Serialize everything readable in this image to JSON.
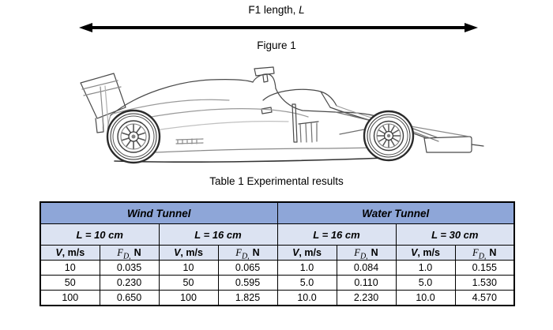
{
  "figure": {
    "dimension_label_prefix": "F1 length, ",
    "dimension_label_symbol": "L",
    "caption": "Figure 1"
  },
  "car": {
    "description": "Side-view line drawing of a Formula 1 race car"
  },
  "table": {
    "caption": "Table 1 Experimental results",
    "groups": [
      {
        "label": "Wind Tunnel"
      },
      {
        "label": "Water Tunnel"
      }
    ],
    "subheaders": [
      "L = 10 cm",
      "L = 16 cm",
      "L = 16 cm",
      "L = 30 cm"
    ],
    "col_v": {
      "sym": "V",
      "rest": ", m/s"
    },
    "col_f": {
      "sym": "F",
      "sub": "D,",
      "unit": "N"
    },
    "rows": [
      [
        "10",
        "0.035",
        "10",
        "0.065",
        "1.0",
        "0.084",
        "1.0",
        "0.155"
      ],
      [
        "50",
        "0.230",
        "50",
        "0.595",
        "5.0",
        "0.110",
        "5.0",
        "1.530"
      ],
      [
        "100",
        "0.650",
        "100",
        "1.825",
        "10.0",
        "2.230",
        "10.0",
        "4.570"
      ]
    ]
  },
  "colors": {
    "header_fill": "#8ea6d8",
    "subheader_fill": "#dce3f2",
    "border": "#000000"
  }
}
